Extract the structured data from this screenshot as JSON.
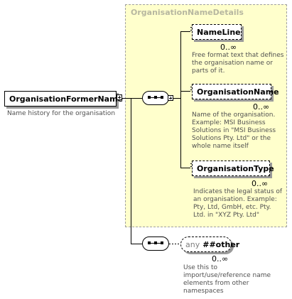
{
  "root": {
    "name": "OrganisationFormerName",
    "description": "Name history for the organisation"
  },
  "group": {
    "title": "OrganisationNameDetails"
  },
  "children": [
    {
      "name": "NameLine",
      "occurrence": "0..∞",
      "description": [
        "Free format text that defines",
        "the organisation name or",
        "parts of it."
      ]
    },
    {
      "name": "OrganisationName",
      "occurrence": "0..∞",
      "description": [
        "Name of the organisation.",
        "Example: MSI Business",
        "Solutions in \"MSI Business",
        "Solutions Pty. Ltd\" or the",
        "whole name itself"
      ]
    },
    {
      "name": "OrganisationType",
      "occurrence": "0..∞",
      "description": [
        "Indicates the legal status of",
        "an organisation. Example:",
        "Pty, Ltd, GmbH, etc. Pty.",
        "Ltd. in \"XYZ Pty. Ltd\""
      ]
    }
  ],
  "any": {
    "prefix": "any",
    "name": "##other",
    "occurrence": "0..∞",
    "description": [
      "Use this to",
      "import/use/reference name",
      "elements from other",
      "namespaces"
    ]
  }
}
